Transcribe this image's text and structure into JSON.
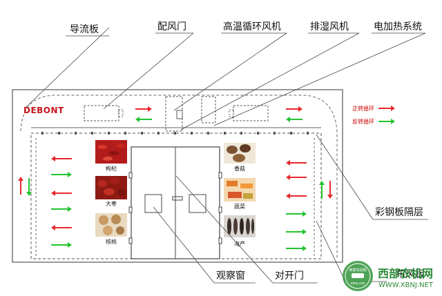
{
  "callouts": {
    "deflector": "导流板",
    "air_door": "配风门",
    "circ_fan": "高温循环风机",
    "exhaust_fan": "排湿风机",
    "heater": "电加热系统",
    "steel_panel": "彩钢板隔层",
    "view_window": "观察窗",
    "double_door": "对开门",
    "air_plate": "布风板"
  },
  "brand": "DEBONT",
  "legend": {
    "forward": "正转循环",
    "reverse": "反转循环",
    "forward_color": "#e8262c",
    "reverse_color": "#22c32e"
  },
  "foods_left": [
    "枸杞",
    "大枣",
    "核桃"
  ],
  "foods_right": [
    "香菇",
    "蔬菜",
    "海产"
  ],
  "watermark": {
    "site": "西部农机网",
    "url": "WWW.XBNJ.NET",
    "badge_top": "西部农机网",
    "badge_bottom": "xbnj.net"
  },
  "colors": {
    "line": "#444444",
    "red_arrow": "#e8262c",
    "green_arrow": "#22c32e",
    "watermark_green": "#2e8b3a"
  }
}
